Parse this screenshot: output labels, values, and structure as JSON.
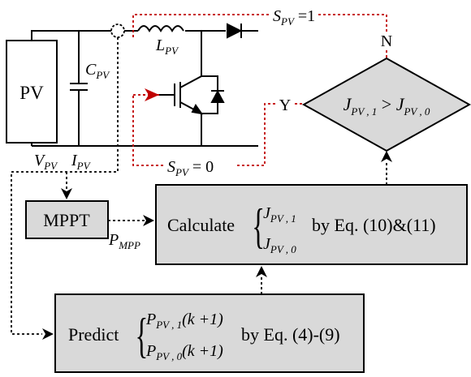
{
  "pv_label": "PV",
  "c_pv": {
    "main": "C",
    "sub": "PV"
  },
  "l_pv": {
    "main": "L",
    "sub": "PV"
  },
  "s_pv_1": {
    "main": "S",
    "sub": "PV",
    "rest": " =1"
  },
  "s_pv_0": {
    "main": "S",
    "sub": "PV",
    "rest": " = 0"
  },
  "v_pv": {
    "main": "V",
    "sub": "PV"
  },
  "i_pv": {
    "main": "I",
    "sub": "PV"
  },
  "decision": {
    "left_main": "J",
    "left_sub": "PV , 1",
    "op": " > ",
    "right_main": "J",
    "right_sub": "PV , 0",
    "yes": "Y",
    "no": "N"
  },
  "mppt_label": "MPPT",
  "p_mpp": {
    "main": "P",
    "sub": "MPP"
  },
  "calculate": {
    "prefix": "Calculate",
    "brace": "{",
    "line1_main": "J",
    "line1_sub": "PV , 1",
    "line2_main": "J",
    "line2_sub": "PV , 0",
    "suffix": "by Eq. (10)&(11)"
  },
  "predict": {
    "prefix": "Predict",
    "brace": "{",
    "line1_main": "P",
    "line1_sub": "PV , 1",
    "line1_rest": "(k +1)",
    "line2_main": "P",
    "line2_sub": "PV , 0",
    "line2_rest": "(k +1)",
    "suffix": "by Eq. (4)-(9)"
  },
  "colors": {
    "box_fill": "#d9d9d9",
    "line": "#000000",
    "signal_red": "#c00000"
  }
}
